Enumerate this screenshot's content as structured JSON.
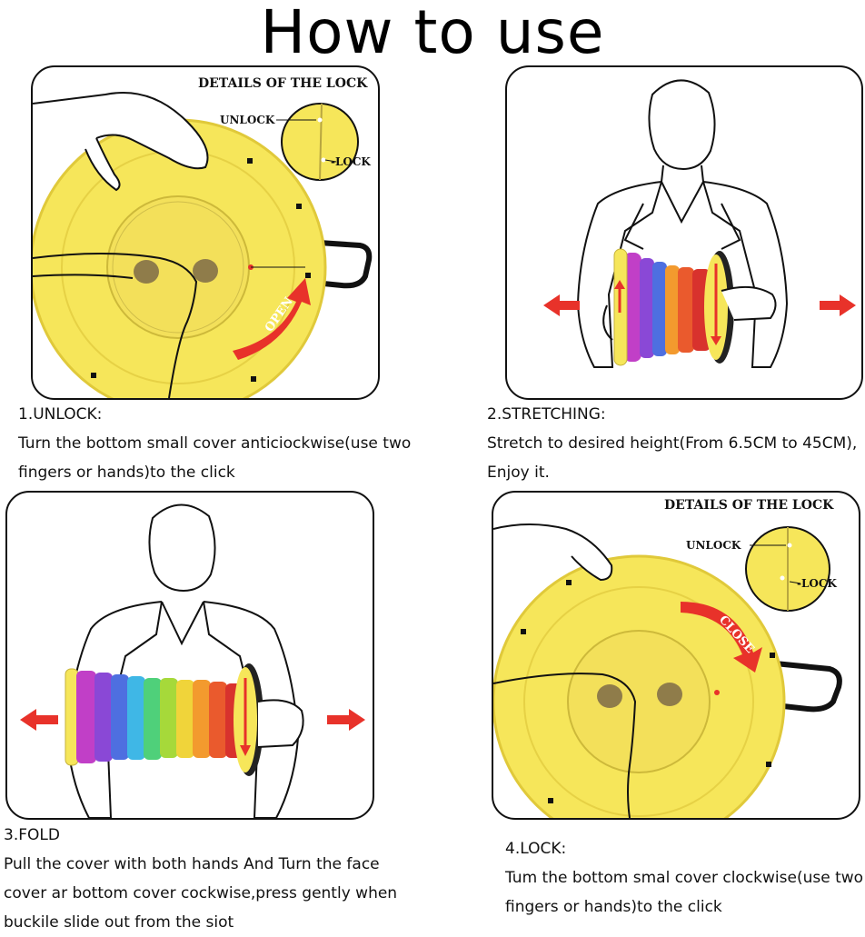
{
  "header": {
    "title": "How to use"
  },
  "panels": [
    {
      "detail_title": "DETAILS OF THE LOCK",
      "unlock_label": "UNLOCK",
      "lock_label": "-LOCK",
      "arrow_text": "OPEN"
    },
    {},
    {},
    {
      "detail_title": "DETAILS OF THE LOCK",
      "unlock_label": "UNLOCK",
      "lock_label": "-LOCK",
      "arrow_text": "CLOSE"
    }
  ],
  "steps": [
    {
      "label": "1.UNLOCK:",
      "lines": [
        "Turn the bottom small cover anticiockwise(use two",
        "fingers or hands)to the click"
      ]
    },
    {
      "label": "2.STRETCHING:",
      "lines": [
        "Stretch to desired height(From 6.5CM to 45CM),",
        "Enjoy it."
      ]
    },
    {
      "label": "3.FOLD",
      "lines": [
        "Pull the cover with both hands And Turn the face",
        "cover ar bottom cover cockwise,press gently when",
        "buckile slide out from the siot"
      ]
    },
    {
      "label": "4.LOCK:",
      "lines": [
        "Tum the bottom smal cover clockwise(use two",
        "fingers or hands)to the click"
      ]
    }
  ],
  "colors": {
    "yellow": "#f6e65a",
    "yellow_dark": "#e8d23c",
    "red": "#e8322a",
    "rainbow": [
      "#c13fc7",
      "#8a48d6",
      "#4e6fe0",
      "#3fb7e6",
      "#4fd07a",
      "#a6d93a",
      "#f0d43a",
      "#f39a2e",
      "#ea5a2d",
      "#d8322d"
    ]
  }
}
